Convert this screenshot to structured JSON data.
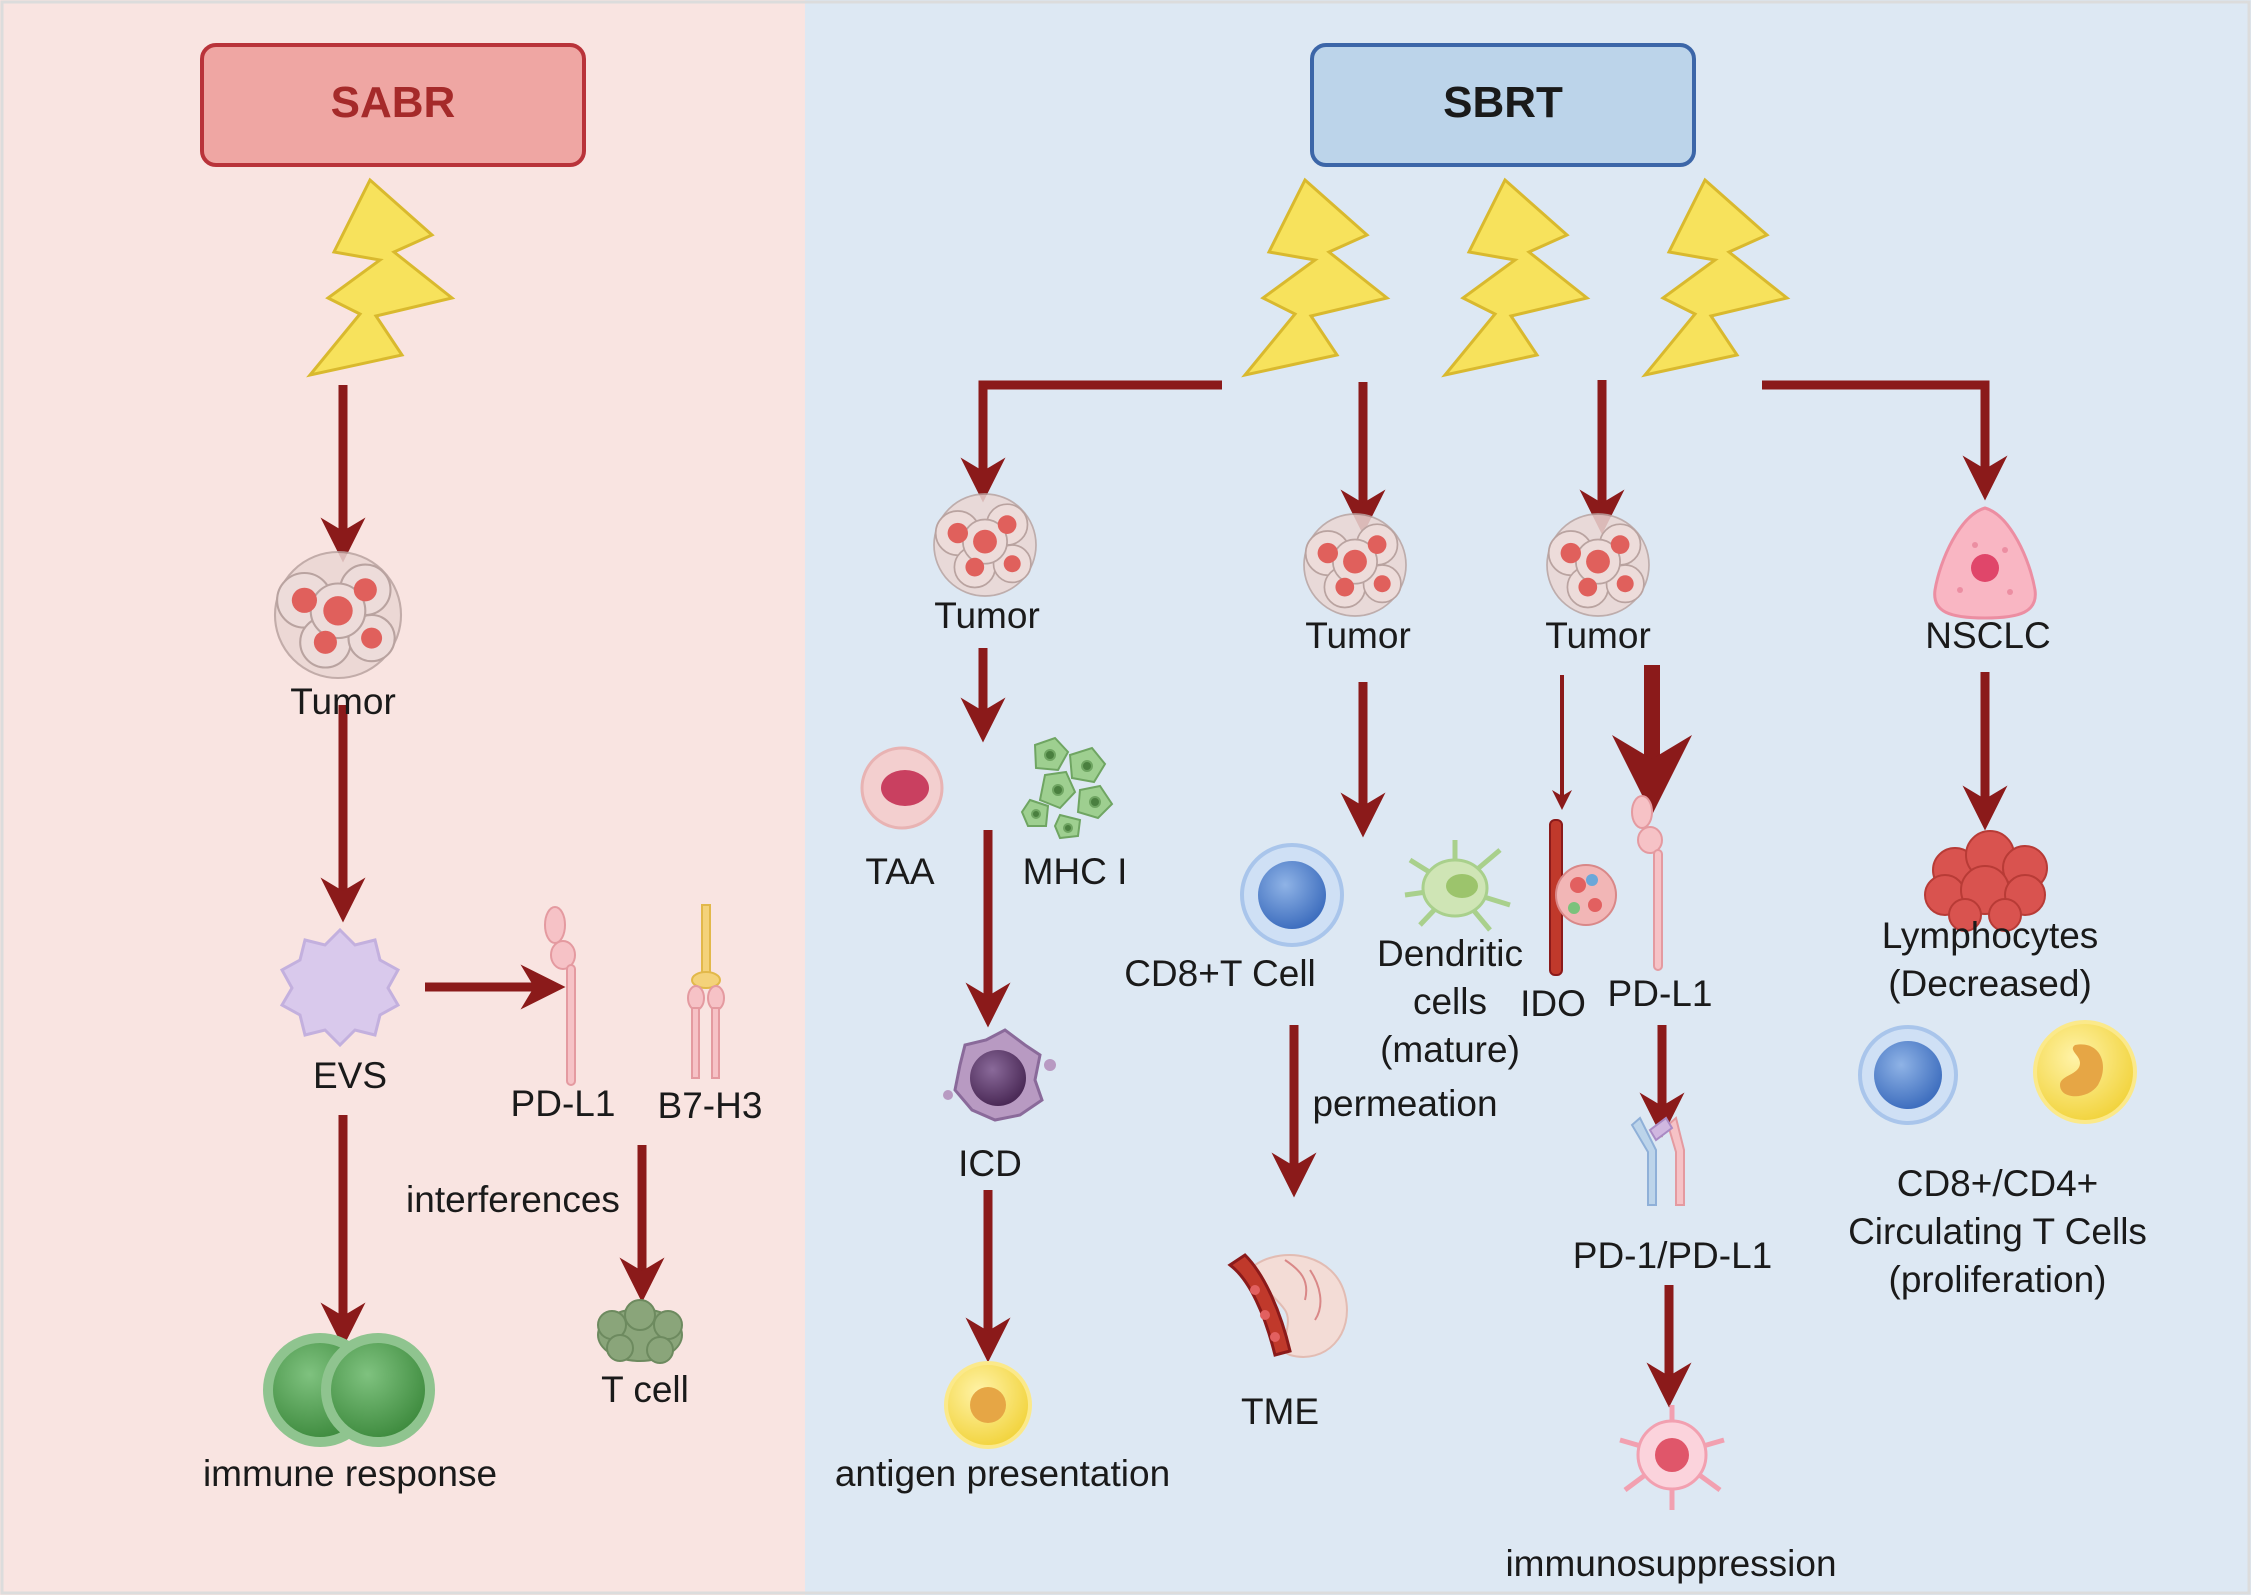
{
  "panels": {
    "left": {
      "title": "SABR",
      "bg": "#f9e4e1",
      "box_fill": "#efa6a3",
      "box_stroke": "#b9333a",
      "title_color": "#a52a2a"
    },
    "right": {
      "title": "SBRT",
      "bg": "#dde8f3",
      "box_fill": "#bcd4ea",
      "box_stroke": "#3c66a8",
      "title_color": "#1a1a1a"
    }
  },
  "colors": {
    "arrow": "#8b1a1a",
    "bolt_fill": "#f7e25c",
    "bolt_stroke": "#d9b92e"
  },
  "left_labels": {
    "tumor": "Tumor",
    "evs": "EVS",
    "pdl1": "PD-L1",
    "b7h3": "B7-H3",
    "interferences": "interferences",
    "immune_response": "immune response",
    "tcell": "T cell"
  },
  "col1_labels": {
    "tumor": "Tumor",
    "taa": "TAA",
    "mhc": "MHC I",
    "icd": "ICD",
    "antigen": "antigen presentation"
  },
  "col2_labels": {
    "tumor": "Tumor",
    "cd8": "CD8+T Cell",
    "dendritic": "Dendritic\ncells\n(mature)",
    "permeation": "permeation",
    "tme": "TME"
  },
  "col3_labels": {
    "tumor": "Tumor",
    "ido": "IDO",
    "pdl1": "PD-L1",
    "pd1": "PD-1/PD-L1",
    "immunosuppression": "immunosuppression"
  },
  "col4_labels": {
    "nsclc": "NSCLC",
    "lymph": "Lymphocytes\n(Decreased)",
    "circ": "CD8+/CD4+\nCirculating T Cells\n(proliferation)"
  },
  "icons": [
    "lightning-bolt-icon",
    "tumor-cluster-icon",
    "vesicle-icon",
    "receptor-icon",
    "dendritic-cell-icon",
    "t-cell-icon",
    "blood-vessel-icon"
  ]
}
